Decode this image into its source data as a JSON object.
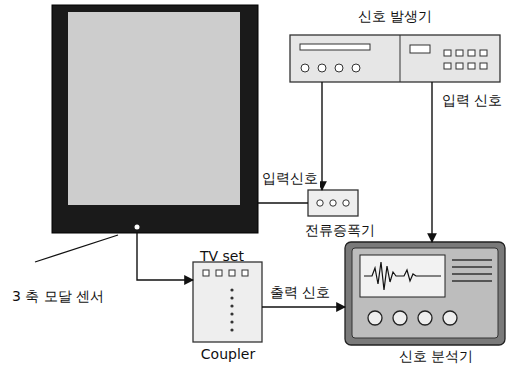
{
  "diagram": {
    "nodes": [
      {
        "text": [
          "TV set"
        ]
      },
      {
        "text": [
          "신호 발생기"
        ]
      },
      {
        "text": [
          "전류증폭기"
        ]
      },
      {
        "text": [
          "Coupler"
        ]
      },
      {
        "text": [
          "신호 분석기"
        ]
      }
    ],
    "edges": [
      {
        "from": 1,
        "to": 2,
        "arrow": "to"
      },
      {
        "from": 2,
        "to": 0,
        "label": "입력신호",
        "arrow": "none"
      },
      {
        "from": 1,
        "to": 4,
        "label": "입력 신호",
        "arrow": "to"
      },
      {
        "from": 0,
        "to": 3,
        "arrow": "to"
      },
      {
        "from": 3,
        "to": 4,
        "label": "출력 신호",
        "arrow": "to"
      }
    ],
    "labels": [
      "3 축 모달 센서"
    ]
  }
}
